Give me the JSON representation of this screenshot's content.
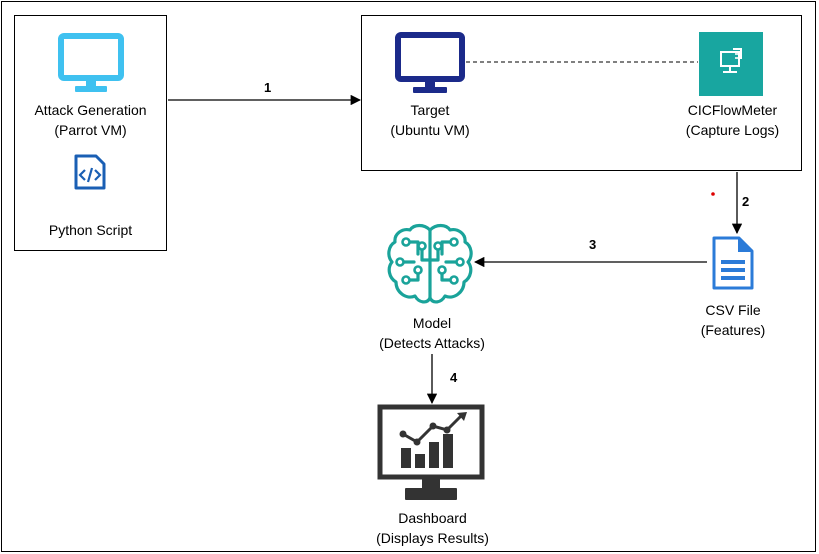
{
  "nodes": {
    "attacker": {
      "title": "Attack Generation",
      "subtitle": "(Parrot VM)",
      "icon": "monitor-icon",
      "color": "#3fc1f0"
    },
    "script": {
      "title": "Python Script",
      "icon": "code-file-icon",
      "color": "#1a5fb4"
    },
    "target": {
      "title": "Target",
      "subtitle": "(Ubuntu VM)",
      "icon": "monitor-icon",
      "color": "#1b2a8a"
    },
    "cicflowmeter": {
      "title": "CICFlowMeter",
      "subtitle": "(Capture Logs)",
      "icon": "capture-app-icon",
      "color": "#18a6a0"
    },
    "csv": {
      "title": "CSV File",
      "subtitle": "(Features)",
      "icon": "document-icon",
      "color": "#2b7bd8"
    },
    "model": {
      "title": "Model",
      "subtitle": "(Detects Attacks)",
      "icon": "brain-circuit-icon",
      "color": "#1aa39a"
    },
    "dashboard": {
      "title": "Dashboard",
      "subtitle": "(Displays Results)",
      "icon": "chart-monitor-icon",
      "color": "#333333"
    }
  },
  "edges": [
    {
      "from": "attacker",
      "to": "target",
      "label": "1"
    },
    {
      "from": "cicflowmeter",
      "to": "csv",
      "label": "2"
    },
    {
      "from": "csv",
      "to": "model",
      "label": "3"
    },
    {
      "from": "model",
      "to": "dashboard",
      "label": "4"
    }
  ]
}
